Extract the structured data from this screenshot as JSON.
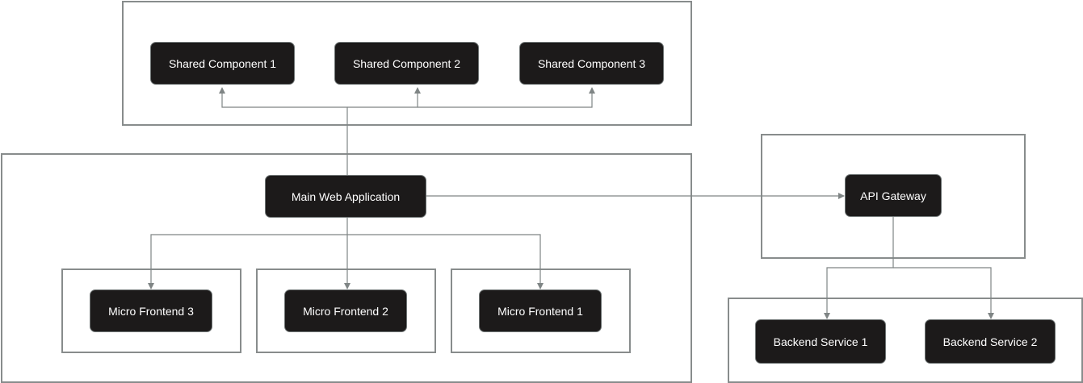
{
  "nodes": {
    "shared_component_1": "Shared Component 1",
    "shared_component_2": "Shared Component 2",
    "shared_component_3": "Shared Component 3",
    "main_web_application": "Main Web Application",
    "micro_frontend_3": "Micro Frontend 3",
    "micro_frontend_2": "Micro Frontend 2",
    "micro_frontend_1": "Micro Frontend 1",
    "api_gateway": "API Gateway",
    "backend_service_1": "Backend Service 1",
    "backend_service_2": "Backend Service 2"
  },
  "edges": [
    {
      "from": "main_web_application",
      "to": "shared_component_1"
    },
    {
      "from": "main_web_application",
      "to": "shared_component_2"
    },
    {
      "from": "main_web_application",
      "to": "shared_component_3"
    },
    {
      "from": "main_web_application",
      "to": "micro_frontend_3"
    },
    {
      "from": "main_web_application",
      "to": "micro_frontend_2"
    },
    {
      "from": "main_web_application",
      "to": "micro_frontend_1"
    },
    {
      "from": "main_web_application",
      "to": "api_gateway"
    },
    {
      "from": "api_gateway",
      "to": "backend_service_1"
    },
    {
      "from": "api_gateway",
      "to": "backend_service_2"
    }
  ],
  "colors": {
    "node_fill": "#1c1a1a",
    "node_text": "#ffffff",
    "border": "#888c8c",
    "edge": "#7f8585"
  }
}
